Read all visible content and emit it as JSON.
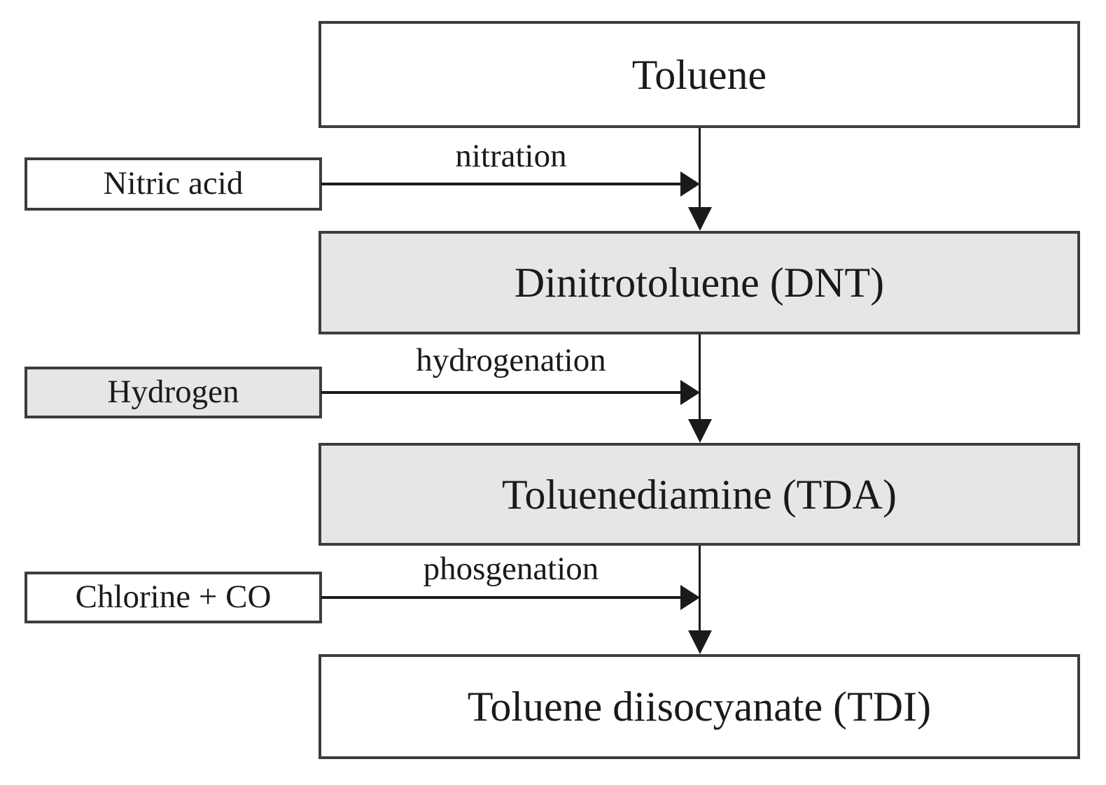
{
  "diagram": {
    "type": "flowchart",
    "main_nodes": [
      {
        "id": "toluene",
        "label": "Toluene",
        "fill": "#ffffff"
      },
      {
        "id": "dnt",
        "label": "Dinitrotoluene (DNT)",
        "fill": "#e6e6e6"
      },
      {
        "id": "tda",
        "label": "Toluenediamine (TDA)",
        "fill": "#e6e6e6"
      },
      {
        "id": "tdi",
        "label": "Toluene diisocyanate (TDI)",
        "fill": "#ffffff"
      }
    ],
    "input_nodes": [
      {
        "id": "nitric-acid",
        "label": "Nitric acid",
        "fill": "#ffffff"
      },
      {
        "id": "hydrogen",
        "label": "Hydrogen",
        "fill": "#e6e6e6"
      },
      {
        "id": "chlorine-co",
        "label": "Chlorine + CO",
        "fill": "#ffffff"
      }
    ],
    "process_steps": [
      {
        "label": "nitration",
        "from": "Toluene",
        "input": "Nitric acid",
        "to": "Dinitrotoluene (DNT)"
      },
      {
        "label": "hydrogenation",
        "from": "Dinitrotoluene (DNT)",
        "input": "Hydrogen",
        "to": "Toluenediamine (TDA)"
      },
      {
        "label": "phosgenation",
        "from": "Toluenediamine (TDA)",
        "input": "Chlorine + CO",
        "to": "Toluene diisocyanate (TDI)"
      }
    ],
    "colors": {
      "border": "#3d3d3d",
      "line": "#1a1a1a",
      "gray_fill": "#e6e6e6",
      "white_fill": "#ffffff",
      "text": "#1a1a1a",
      "background": "#ffffff"
    }
  }
}
